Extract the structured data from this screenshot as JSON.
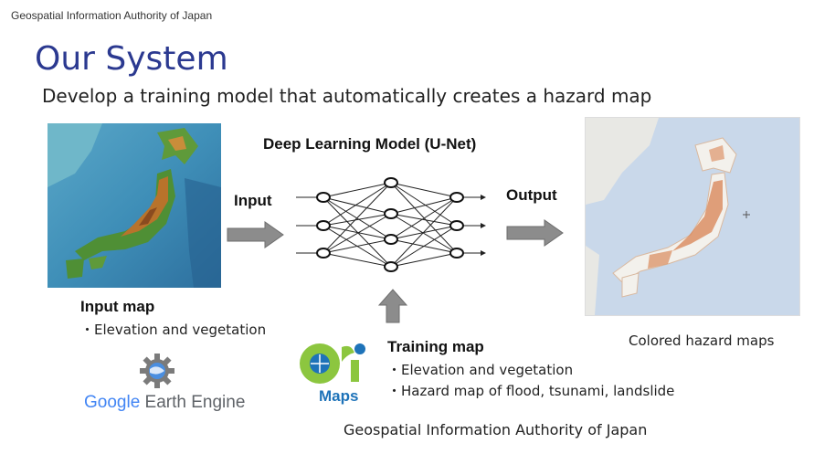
{
  "header": {
    "organization": "Geospatial Information Authority of Japan"
  },
  "slide": {
    "title": "Our System",
    "subtitle": "Develop a training model that automatically creates a hazard map"
  },
  "diagram": {
    "model_title": "Deep Learning Model (U-Net)",
    "input_label": "Input",
    "output_label": "Output"
  },
  "input_map": {
    "heading": "Input map",
    "bullets": [
      "・Elevation and vegetation"
    ]
  },
  "training_map": {
    "heading": "Training map",
    "bullets": [
      "・Elevation and vegetation",
      "・Hazard map of flood, tsunami, landslide"
    ]
  },
  "output_map": {
    "caption": "Colored hazard maps"
  },
  "logos": {
    "gee_google": "Google",
    "gee_rest": " Earth Engine",
    "gsi_maps": "Maps"
  },
  "footer": {
    "source": "Geospatial Information Authority of Japan"
  }
}
